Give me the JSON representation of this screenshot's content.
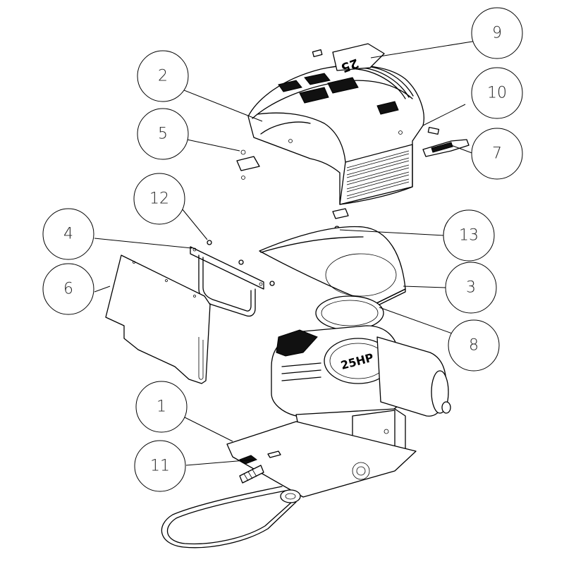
{
  "callouts": [
    {
      "id": "1",
      "label": "1"
    },
    {
      "id": "2",
      "label": "2"
    },
    {
      "id": "3",
      "label": "3"
    },
    {
      "id": "4",
      "label": "4"
    },
    {
      "id": "5",
      "label": "5"
    },
    {
      "id": "6",
      "label": "6"
    },
    {
      "id": "7",
      "label": "7"
    },
    {
      "id": "8",
      "label": "8"
    },
    {
      "id": "9",
      "label": "9"
    },
    {
      "id": "10",
      "label": "10"
    },
    {
      "id": "11",
      "label": "11"
    },
    {
      "id": "12",
      "label": "12"
    },
    {
      "id": "13",
      "label": "13"
    }
  ],
  "decal_text": "25",
  "engine_text": "25HP"
}
